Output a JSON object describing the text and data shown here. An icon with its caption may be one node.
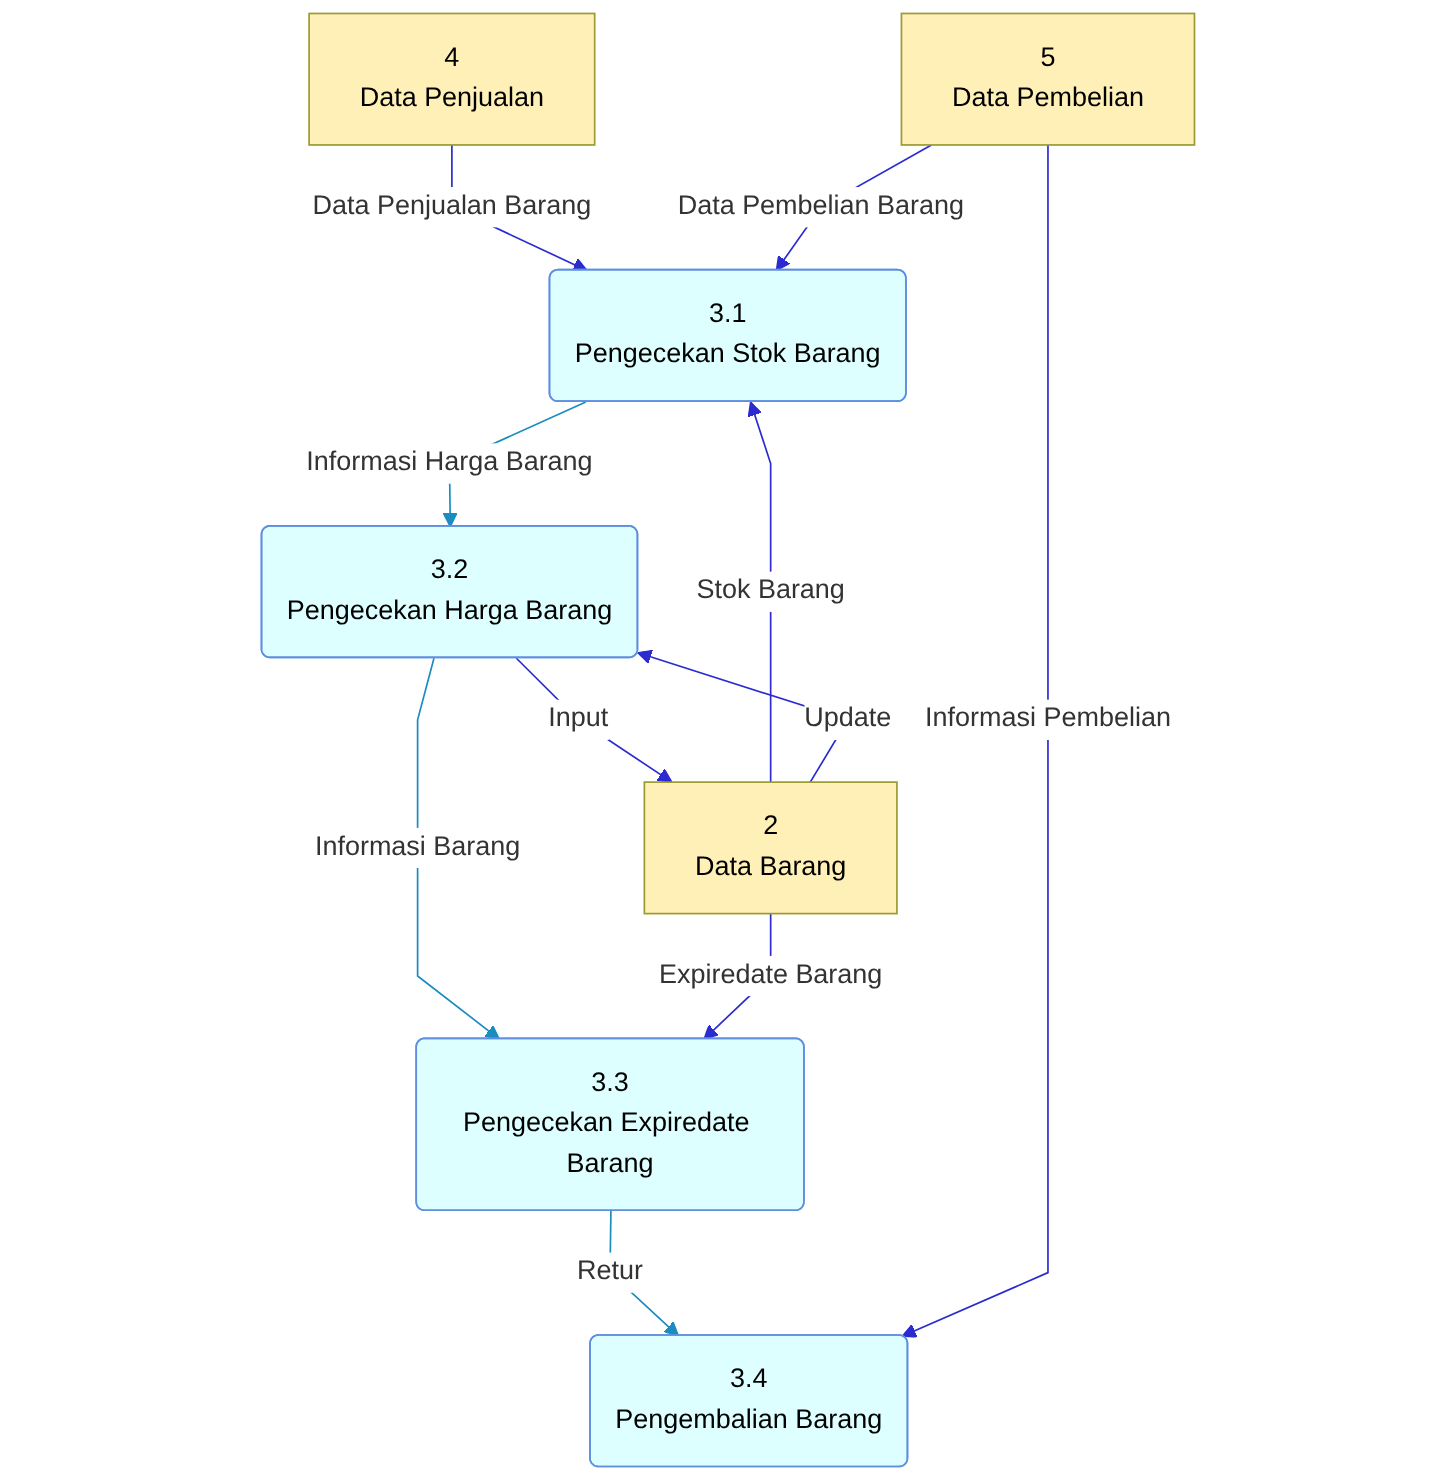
{
  "diagram": {
    "nodes": [
      {
        "text": [
          "4",
          "Data Penjualan"
        ]
      },
      {
        "text": [
          "3.1",
          "Pengecekan Stok Barang"
        ]
      },
      {
        "text": [
          "3.2",
          "Pengecekan Harga Barang"
        ]
      },
      {
        "text": [
          "2",
          "Data Barang"
        ]
      },
      {
        "text": [
          "3.3",
          "Pengecekan Expiredate Barang"
        ]
      },
      {
        "text": [
          "5",
          "Data Pembelian"
        ]
      },
      {
        "text": [
          "3.4",
          "Pengembalian Barang"
        ]
      }
    ],
    "edges": [
      {
        "from": 0,
        "to": 1,
        "arrow": "to",
        "label": "Data Penjualan Barang"
      },
      {
        "from": 5,
        "to": 1,
        "arrow": "to",
        "label": "Data Pembelian Barang"
      },
      {
        "from": 3,
        "to": 1,
        "arrow": "to",
        "label": "Stok Barang"
      },
      {
        "from": 1,
        "to": 2,
        "arrow": "to",
        "label": "Informasi Harga Barang",
        "color": "#1a8cc0"
      },
      {
        "from": 2,
        "to": 3,
        "arrow": "to",
        "label": "Input"
      },
      {
        "from": 3,
        "to": 2,
        "arrow": "to",
        "label": "Update"
      },
      {
        "from": 2,
        "to": 4,
        "arrow": "to",
        "label": "Informasi Barang",
        "color": "#1a8cc0"
      },
      {
        "from": 3,
        "to": 4,
        "arrow": "to",
        "label": "Expiredate Barang"
      },
      {
        "from": 4,
        "to": 6,
        "arrow": "to",
        "label": "Retur",
        "color": "#1a8cc0"
      },
      {
        "from": 5,
        "to": 6,
        "arrow": "to",
        "label": "Informasi Pembelian"
      }
    ]
  }
}
